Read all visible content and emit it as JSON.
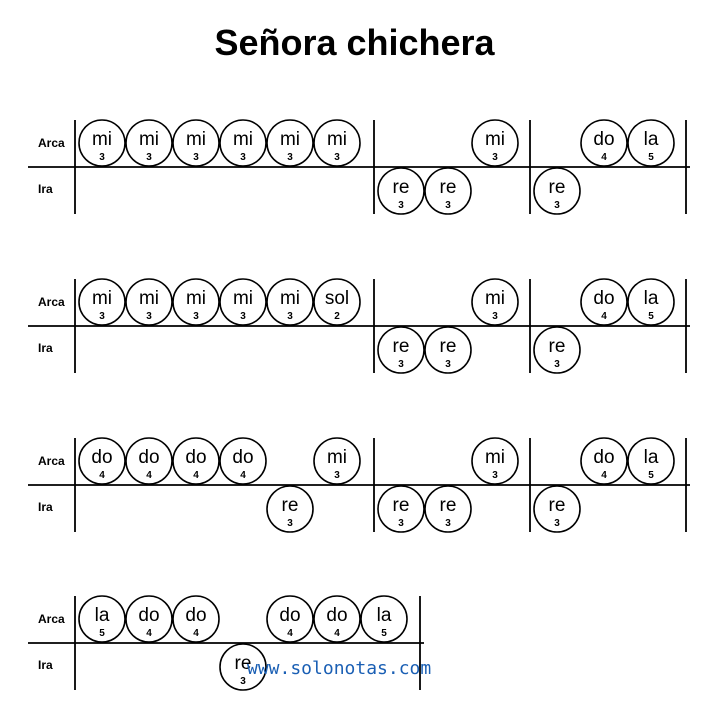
{
  "title": "Señora chichera",
  "site": "www.solonotas.com",
  "colors": {
    "ink": "#000000",
    "link": "#1a5fb4"
  },
  "systems": [
    {
      "arca_label": "Arca",
      "ira_label": "Ira",
      "measures": [
        {
          "arca": [
            [
              "mi",
              "3"
            ],
            [
              "mi",
              "3"
            ],
            [
              "mi",
              "3"
            ],
            [
              "mi",
              "3"
            ],
            [
              "mi",
              "3"
            ],
            [
              "mi",
              "3"
            ]
          ],
          "ira": [
            null,
            null,
            null,
            null,
            null,
            null
          ]
        },
        {
          "arca": [
            null,
            null,
            [
              "mi",
              "3"
            ]
          ],
          "ira": [
            [
              "re",
              "3"
            ],
            [
              "re",
              "3"
            ],
            null
          ]
        },
        {
          "arca": [
            null,
            [
              "do",
              "4"
            ],
            [
              "la",
              "5"
            ]
          ],
          "ira": [
            [
              "re",
              "3"
            ],
            null,
            null
          ]
        }
      ]
    },
    {
      "arca_label": "Arca",
      "ira_label": "Ira",
      "measures": [
        {
          "arca": [
            [
              "mi",
              "3"
            ],
            [
              "mi",
              "3"
            ],
            [
              "mi",
              "3"
            ],
            [
              "mi",
              "3"
            ],
            [
              "mi",
              "3"
            ],
            [
              "sol",
              "2"
            ]
          ],
          "ira": [
            null,
            null,
            null,
            null,
            null,
            null
          ]
        },
        {
          "arca": [
            null,
            null,
            [
              "mi",
              "3"
            ]
          ],
          "ira": [
            [
              "re",
              "3"
            ],
            [
              "re",
              "3"
            ],
            null
          ]
        },
        {
          "arca": [
            null,
            [
              "do",
              "4"
            ],
            [
              "la",
              "5"
            ]
          ],
          "ira": [
            [
              "re",
              "3"
            ],
            null,
            null
          ]
        }
      ]
    },
    {
      "arca_label": "Arca",
      "ira_label": "Ira",
      "measures": [
        {
          "arca": [
            [
              "do",
              "4"
            ],
            [
              "do",
              "4"
            ],
            [
              "do",
              "4"
            ],
            [
              "do",
              "4"
            ],
            null,
            [
              "mi",
              "3"
            ]
          ],
          "ira": [
            null,
            null,
            null,
            null,
            [
              "re",
              "3"
            ],
            null
          ]
        },
        {
          "arca": [
            null,
            null,
            [
              "mi",
              "3"
            ]
          ],
          "ira": [
            [
              "re",
              "3"
            ],
            [
              "re",
              "3"
            ],
            null
          ]
        },
        {
          "arca": [
            null,
            [
              "do",
              "4"
            ],
            [
              "la",
              "5"
            ]
          ],
          "ira": [
            [
              "re",
              "3"
            ],
            null,
            null
          ]
        }
      ]
    },
    {
      "arca_label": "Arca",
      "ira_label": "Ira",
      "measures": [
        {
          "arca": [
            [
              "la",
              "5"
            ],
            [
              "do",
              "4"
            ],
            [
              "do",
              "4"
            ],
            null,
            [
              "do",
              "4"
            ],
            [
              "do",
              "4"
            ],
            [
              "la",
              "5"
            ]
          ],
          "ira": [
            null,
            null,
            null,
            [
              "re",
              "3"
            ],
            null,
            null,
            null
          ]
        }
      ]
    }
  ]
}
